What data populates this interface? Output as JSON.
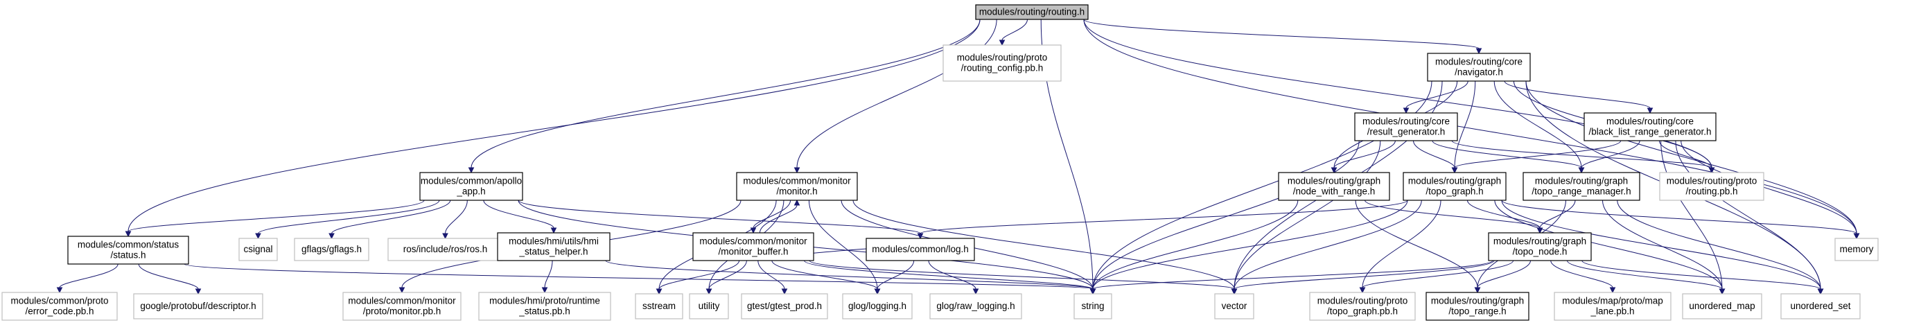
{
  "colors": {
    "edge": "#191970",
    "root_fill": "#bfbfbf",
    "root_stroke": "#000000",
    "documented_stroke": "#000000",
    "external_stroke": "#bfbfbf",
    "text": "#000000"
  },
  "nodes": [
    {
      "id": "routing_h",
      "lines": [
        "modules/routing/routing.h"
      ],
      "kind": "root"
    },
    {
      "id": "routing_config",
      "lines": [
        "modules/routing/proto",
        "/routing_config.pb.h"
      ],
      "kind": "external"
    },
    {
      "id": "navigator",
      "lines": [
        "modules/routing/core",
        "/navigator.h"
      ],
      "kind": "documented"
    },
    {
      "id": "result_generator",
      "lines": [
        "modules/routing/core",
        "/result_generator.h"
      ],
      "kind": "documented"
    },
    {
      "id": "black_list",
      "lines": [
        "modules/routing/core",
        "/black_list_range_generator.h"
      ],
      "kind": "documented"
    },
    {
      "id": "apollo_app",
      "lines": [
        "modules/common/apollo",
        "_app.h"
      ],
      "kind": "documented"
    },
    {
      "id": "monitor_h",
      "lines": [
        "modules/common/monitor",
        "/monitor.h"
      ],
      "kind": "documented"
    },
    {
      "id": "node_with_range",
      "lines": [
        "modules/routing/graph",
        "/node_with_range.h"
      ],
      "kind": "documented"
    },
    {
      "id": "topo_graph",
      "lines": [
        "modules/routing/graph",
        "/topo_graph.h"
      ],
      "kind": "documented"
    },
    {
      "id": "topo_range_manager",
      "lines": [
        "modules/routing/graph",
        "/topo_range_manager.h"
      ],
      "kind": "documented"
    },
    {
      "id": "routing_pb",
      "lines": [
        "modules/routing/proto",
        "/routing.pb.h"
      ],
      "kind": "external"
    },
    {
      "id": "status_h",
      "lines": [
        "modules/common/status",
        "/status.h"
      ],
      "kind": "documented"
    },
    {
      "id": "csignal",
      "lines": [
        "csignal"
      ],
      "kind": "external"
    },
    {
      "id": "gflags",
      "lines": [
        "gflags/gflags.h"
      ],
      "kind": "external"
    },
    {
      "id": "ros",
      "lines": [
        "ros/include/ros/ros.h"
      ],
      "kind": "external"
    },
    {
      "id": "hmi_status_helper",
      "lines": [
        "modules/hmi/utils/hmi",
        "_status_helper.h"
      ],
      "kind": "documented"
    },
    {
      "id": "monitor_buffer",
      "lines": [
        "modules/common/monitor",
        "/monitor_buffer.h"
      ],
      "kind": "documented"
    },
    {
      "id": "log_h",
      "lines": [
        "modules/common/log.h"
      ],
      "kind": "documented"
    },
    {
      "id": "topo_node",
      "lines": [
        "modules/routing/graph",
        "/topo_node.h"
      ],
      "kind": "documented"
    },
    {
      "id": "memory",
      "lines": [
        "memory"
      ],
      "kind": "external"
    },
    {
      "id": "error_code",
      "lines": [
        "modules/common/proto",
        "/error_code.pb.h"
      ],
      "kind": "external"
    },
    {
      "id": "descriptor",
      "lines": [
        "google/protobuf/descriptor.h"
      ],
      "kind": "external"
    },
    {
      "id": "monitor_pb",
      "lines": [
        "modules/common/monitor",
        "/proto/monitor.pb.h"
      ],
      "kind": "external"
    },
    {
      "id": "runtime_status",
      "lines": [
        "modules/hmi/proto/runtime",
        "_status.pb.h"
      ],
      "kind": "external"
    },
    {
      "id": "sstream",
      "lines": [
        "sstream"
      ],
      "kind": "external"
    },
    {
      "id": "utility",
      "lines": [
        "utility"
      ],
      "kind": "external"
    },
    {
      "id": "gtest_prod",
      "lines": [
        "gtest/gtest_prod.h"
      ],
      "kind": "external"
    },
    {
      "id": "glog_logging",
      "lines": [
        "glog/logging.h"
      ],
      "kind": "external"
    },
    {
      "id": "raw_logging",
      "lines": [
        "glog/raw_logging.h"
      ],
      "kind": "external"
    },
    {
      "id": "string",
      "lines": [
        "string"
      ],
      "kind": "external"
    },
    {
      "id": "vector",
      "lines": [
        "vector"
      ],
      "kind": "external"
    },
    {
      "id": "topo_graph_pb",
      "lines": [
        "modules/routing/proto",
        "/topo_graph.pb.h"
      ],
      "kind": "external"
    },
    {
      "id": "topo_range",
      "lines": [
        "modules/routing/graph",
        "/topo_range.h"
      ],
      "kind": "documented"
    },
    {
      "id": "map_lane_pb",
      "lines": [
        "modules/map/proto/map",
        "_lane.pb.h"
      ],
      "kind": "external"
    },
    {
      "id": "unordered_map",
      "lines": [
        "unordered_map"
      ],
      "kind": "external"
    },
    {
      "id": "unordered_set",
      "lines": [
        "unordered_set"
      ],
      "kind": "external"
    }
  ],
  "edges": [
    [
      "routing_h",
      "routing_config"
    ],
    [
      "routing_h",
      "navigator"
    ],
    [
      "routing_h",
      "apollo_app"
    ],
    [
      "routing_h",
      "monitor_h"
    ],
    [
      "routing_h",
      "status_h"
    ],
    [
      "routing_h",
      "string"
    ],
    [
      "routing_h",
      "routing_pb"
    ],
    [
      "routing_h",
      "memory"
    ],
    [
      "navigator",
      "result_generator"
    ],
    [
      "navigator",
      "black_list"
    ],
    [
      "navigator",
      "topo_graph"
    ],
    [
      "navigator",
      "node_with_range"
    ],
    [
      "navigator",
      "topo_range_manager"
    ],
    [
      "navigator",
      "routing_pb"
    ],
    [
      "navigator",
      "memory"
    ],
    [
      "navigator",
      "string"
    ],
    [
      "navigator",
      "vector"
    ],
    [
      "navigator",
      "unordered_set"
    ],
    [
      "result_generator",
      "node_with_range"
    ],
    [
      "result_generator",
      "topo_graph"
    ],
    [
      "result_generator",
      "topo_range_manager"
    ],
    [
      "result_generator",
      "routing_pb"
    ],
    [
      "result_generator",
      "string"
    ],
    [
      "result_generator",
      "vector"
    ],
    [
      "black_list",
      "topo_graph"
    ],
    [
      "black_list",
      "topo_range_manager"
    ],
    [
      "black_list",
      "routing_pb"
    ],
    [
      "black_list",
      "memory"
    ],
    [
      "black_list",
      "unordered_map"
    ],
    [
      "black_list",
      "unordered_set"
    ],
    [
      "apollo_app",
      "status_h"
    ],
    [
      "apollo_app",
      "csignal"
    ],
    [
      "apollo_app",
      "gflags"
    ],
    [
      "apollo_app",
      "ros"
    ],
    [
      "apollo_app",
      "hmi_status_helper"
    ],
    [
      "apollo_app",
      "log_h"
    ],
    [
      "apollo_app",
      "string"
    ],
    [
      "monitor_h",
      "monitor_buffer"
    ],
    [
      "monitor_h",
      "monitor_pb"
    ],
    [
      "monitor_h",
      "sstream"
    ],
    [
      "monitor_h",
      "utility"
    ],
    [
      "monitor_h",
      "glog_logging"
    ],
    [
      "monitor_h",
      "string"
    ],
    [
      "monitor_h",
      "vector"
    ],
    [
      "node_with_range",
      "topo_node"
    ],
    [
      "node_with_range",
      "topo_range"
    ],
    [
      "node_with_range",
      "string"
    ],
    [
      "topo_graph",
      "topo_node"
    ],
    [
      "topo_graph",
      "topo_graph_pb"
    ],
    [
      "topo_graph",
      "log_h"
    ],
    [
      "topo_graph",
      "memory"
    ],
    [
      "topo_graph",
      "string"
    ],
    [
      "topo_graph",
      "vector"
    ],
    [
      "topo_graph",
      "unordered_map"
    ],
    [
      "topo_graph",
      "unordered_set"
    ],
    [
      "topo_range_manager",
      "topo_node"
    ],
    [
      "topo_range_manager",
      "topo_range"
    ],
    [
      "topo_range_manager",
      "unordered_map"
    ],
    [
      "topo_range_manager",
      "unordered_set"
    ],
    [
      "status_h",
      "error_code"
    ],
    [
      "status_h",
      "descriptor"
    ],
    [
      "status_h",
      "string"
    ],
    [
      "hmi_status_helper",
      "runtime_status"
    ],
    [
      "hmi_status_helper",
      "string"
    ],
    [
      "monitor_buffer",
      "log_h"
    ],
    [
      "monitor_buffer",
      "monitor_h"
    ],
    [
      "monitor_buffer",
      "gtest_prod"
    ],
    [
      "monitor_buffer",
      "glog_logging"
    ],
    [
      "monitor_buffer",
      "sstream"
    ],
    [
      "monitor_buffer",
      "utility"
    ],
    [
      "monitor_buffer",
      "string"
    ],
    [
      "monitor_buffer",
      "vector"
    ],
    [
      "log_h",
      "glog_logging"
    ],
    [
      "log_h",
      "raw_logging"
    ],
    [
      "topo_node",
      "topo_graph_pb"
    ],
    [
      "topo_node",
      "topo_range"
    ],
    [
      "topo_node",
      "map_lane_pb"
    ],
    [
      "topo_node",
      "string"
    ],
    [
      "topo_node",
      "vector"
    ],
    [
      "topo_node",
      "unordered_map"
    ],
    [
      "topo_node",
      "unordered_set"
    ]
  ]
}
